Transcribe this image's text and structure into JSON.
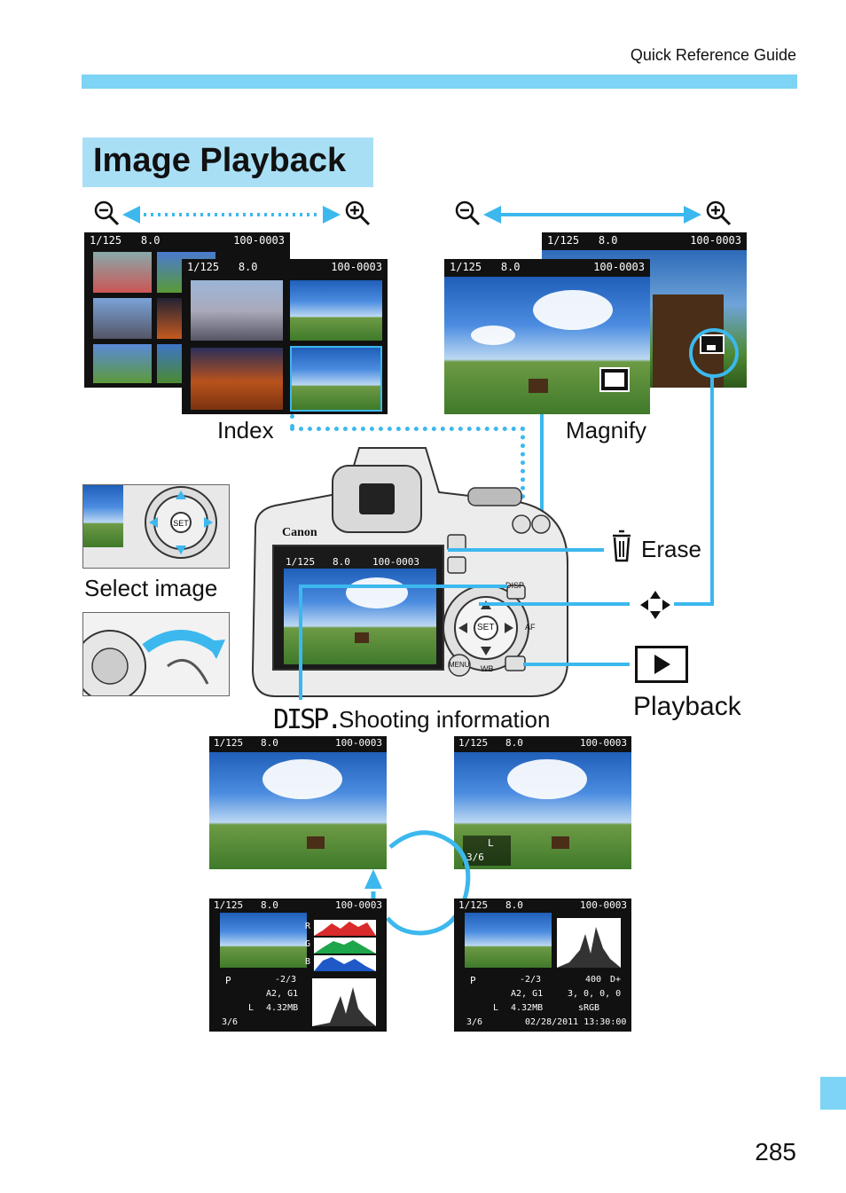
{
  "header": {
    "section_title": "Quick Reference Guide"
  },
  "title": "Image Playback",
  "thumb_info": {
    "shutter": "1/125",
    "aperture": "8.0",
    "file": "100-0003"
  },
  "labels": {
    "index": "Index",
    "magnify": "Magnify",
    "erase": "Erase",
    "select_image": "Select image",
    "shooting_info": "Shooting information",
    "disp": "DISP.",
    "playback": "Playback"
  },
  "info_panels": {
    "quality": "L",
    "counter": "3/6",
    "rgb": [
      "R",
      "G",
      "B"
    ],
    "mode": "P",
    "exposure_comp": "-2/3",
    "wb_shift": "A2, G1",
    "file_size": "4.32MB",
    "iso": "400",
    "d_plus": "D+",
    "picture_style": "3, 0, 0, 0",
    "color_space": "sRGB",
    "date_time": "02/28/2011 13:30:00"
  },
  "camera": {
    "brand": "Canon",
    "set": "SET",
    "disp": "DISP",
    "menu": "MENU",
    "wb": "WB",
    "af": "AF"
  },
  "page_number": "285",
  "colors": {
    "accent": "#7dd4f4",
    "title_bg": "#a9dff5",
    "line": "#3cb8ee"
  }
}
